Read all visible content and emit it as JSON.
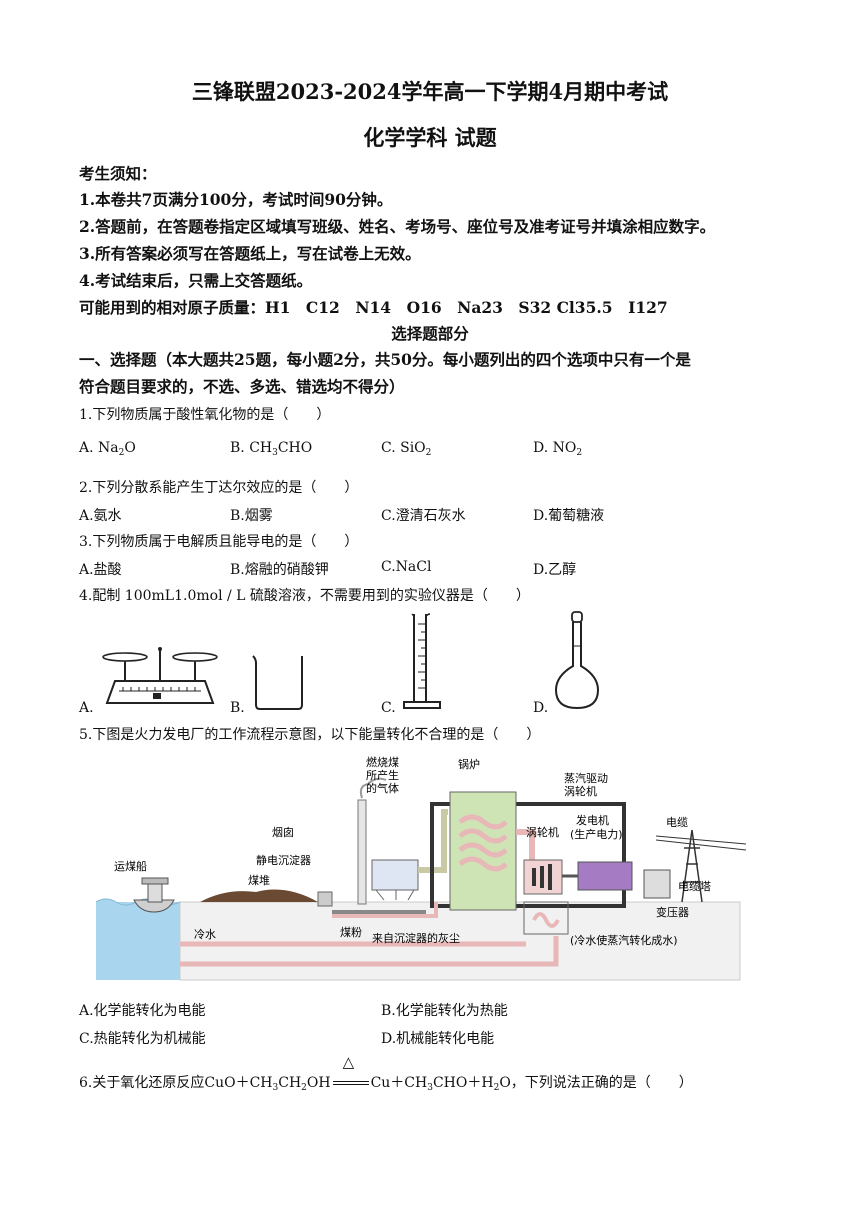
{
  "header": {
    "title": "三锋联盟2023-2024学年高一下学期4月期中考试",
    "subtitle": "化学学科 试题"
  },
  "notice": {
    "heading": "考生须知：",
    "items": [
      "1.本卷共7页满分100分，考试时间90分钟。",
      "2.答题前，在答题卷指定区域填写班级、姓名、考场号、座位号及准考证号并填涂相应数字。",
      "3.所有答案必须写在答题纸上，写在试卷上无效。",
      "4.考试结束后，只需上交答题纸。"
    ],
    "atomic_mass": "可能用到的相对原子质量：H1　C12　N14　O16　Na23　S32 Cl35.5　I127"
  },
  "section": {
    "name": "选择题部分",
    "line1": "一、选择题（本大题共25题，每小题2分，共50分。每小题列出的四个选项中只有一个是",
    "line2": "符合题目要求的，不选、多选、错选均不得分）"
  },
  "questions": {
    "q1": {
      "stem": "1.下列物质属于酸性氧化物的是（　　）",
      "a_pre": "A. Na",
      "a_sub": "2",
      "a_post": "O",
      "b_pre": "B. CH",
      "b_sub": "3",
      "b_post": "CHO",
      "c_pre": "C. SiO",
      "c_sub": "2",
      "d_pre": "D. NO",
      "d_sub": "2"
    },
    "q2": {
      "stem": "2.下列分散系能产生丁达尔效应的是（　　）",
      "options": [
        "A.氨水",
        "B.烟雾",
        "C.澄清石灰水",
        "D.葡萄糖液"
      ]
    },
    "q3": {
      "stem": "3.下列物质属于电解质且能导电的是（　　）",
      "options": [
        "A.盐酸",
        "B.熔融的硝酸钾",
        "C.NaCl",
        "D.乙醇"
      ]
    },
    "q4": {
      "stem": "4.配制 100mL1.0mol / L 硫酸溶液，不需要用到的实验仪器是（　　）",
      "options": [
        "A.",
        "B.",
        "C.",
        "D."
      ]
    },
    "q5": {
      "stem": "5.下图是火力发电厂的工作流程示意图，以下能量转化不合理的是（　　）",
      "options": [
        "A.化学能转化为电能",
        "B.化学能转化为热能",
        "C.热能转化为机械能",
        "D.机械能转化电能"
      ]
    },
    "q6": {
      "pre": "6.关于氧化还原反应",
      "cuo": "CuO＋CH",
      "s3": "3",
      "ch2": "CH",
      "s2": "2",
      "oh": "OH",
      "cond": "△",
      "cu": "Cu＋CH",
      "s3b": "3",
      "cho": "CHO＋H",
      "s2b": "2",
      "o": "O",
      "post": "，下列说法正确的是（　　）"
    }
  },
  "plant_labels": {
    "chimney": "烟囱",
    "gas": [
      "燃烧煤",
      "所产生",
      "的气体"
    ],
    "boiler": "锅炉",
    "turbine_drive": [
      "蒸汽驱动",
      "涡轮机"
    ],
    "precipitator": "静电沉淀器",
    "generator": [
      "发电机",
      "(生产电力)"
    ],
    "cable": "电缆",
    "coal_ship": "运煤船",
    "coal_pile": "煤堆",
    "turbine": "涡轮机",
    "tower": "电缆塔",
    "transformer": "变压器",
    "cold_water": "冷水",
    "coal_powder": "煤粉",
    "ash": "来自沉淀器的灰尘",
    "condense": "(冷水使蒸汽转化成水)"
  },
  "colors": {
    "water": "#a9d6ee",
    "coal": "#6b4a33",
    "boiler": "#cfe4b5",
    "pipe": "#e8b7b7",
    "generator": "#a57cc4"
  }
}
